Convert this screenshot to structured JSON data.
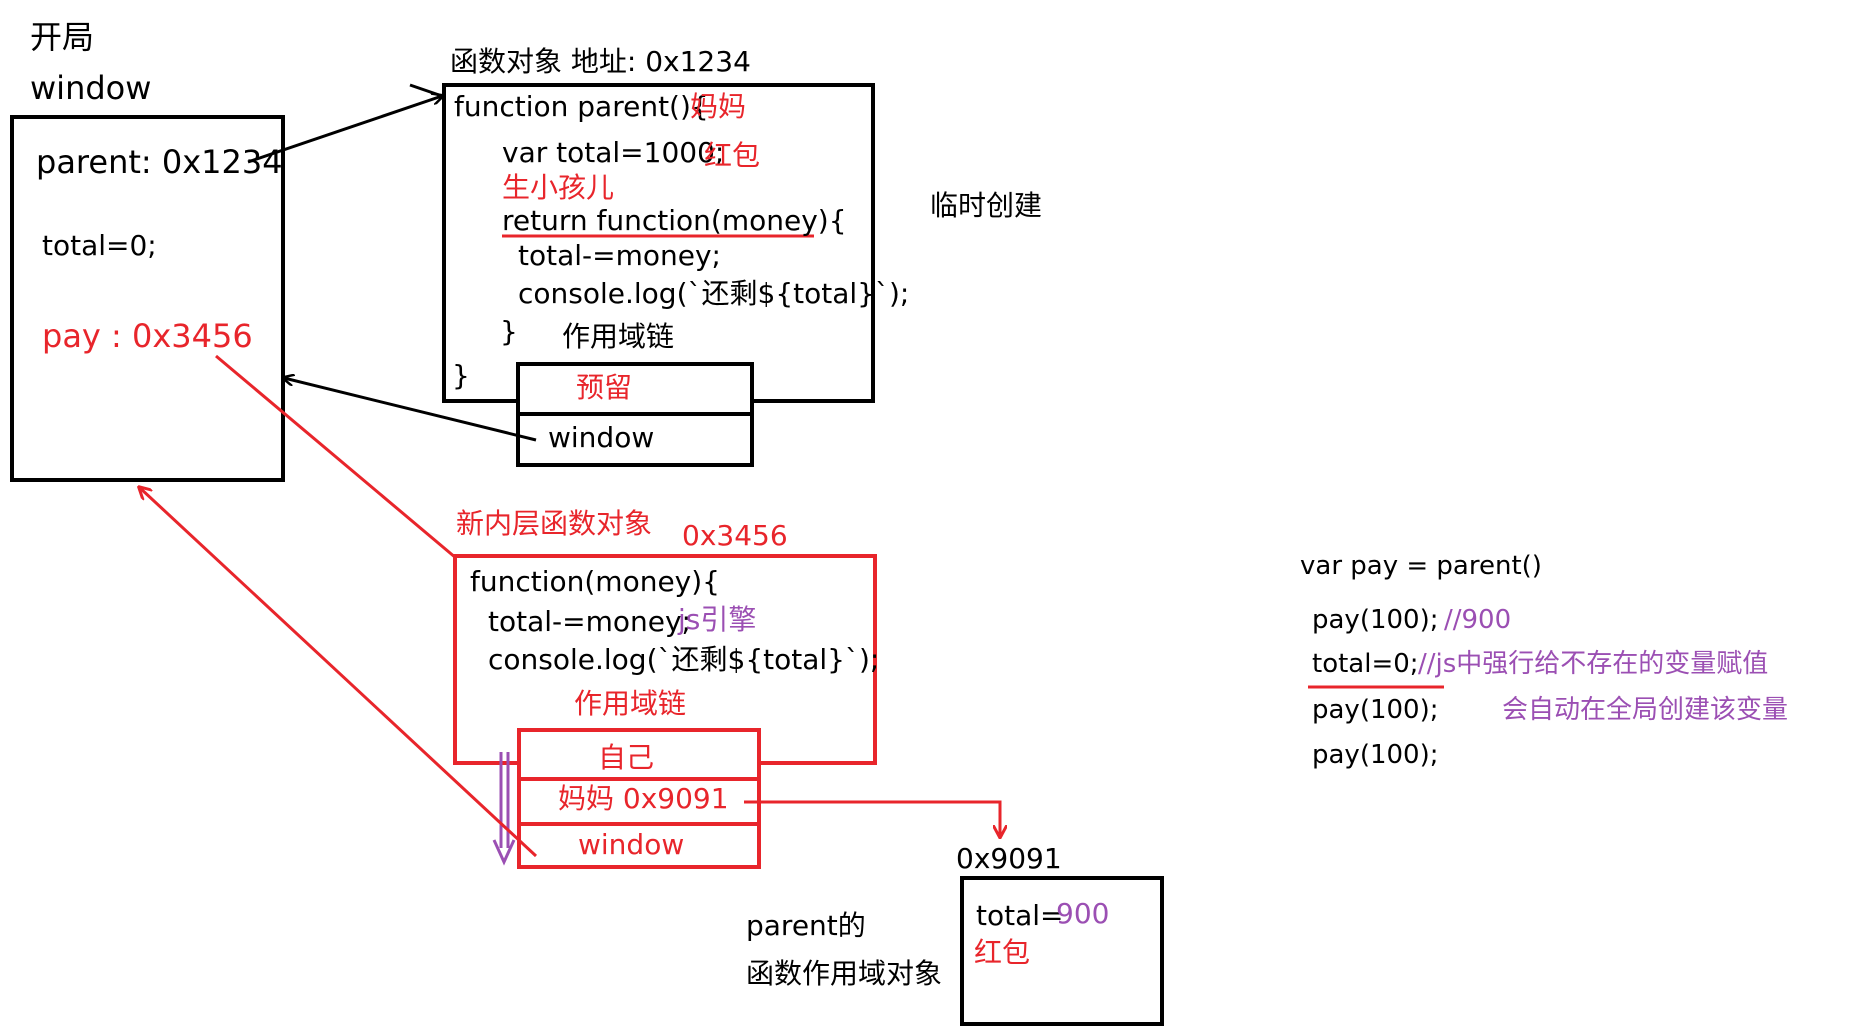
{
  "colors": {
    "black": "#000000",
    "red": "#e8252b",
    "purple": "#9b4fb3"
  },
  "window_box": {
    "heading_1": "开局",
    "heading_2": "window",
    "parent_entry": "parent: 0x1234",
    "total_entry": "total=0;",
    "pay_entry": "pay : 0x3456"
  },
  "function_object": {
    "heading": "函数对象  地址: 0x1234",
    "line_1": "function parent(){",
    "line_1_note": "妈妈",
    "line_2": "var total=1000;",
    "line_2_note": "红包",
    "line_3_note": "生小孩儿",
    "line_4": "return function(money){",
    "line_5": "total-=money;",
    "line_6": "console.log(`还剩${total}`);",
    "line_7": "}",
    "line_8": "}",
    "side_note": "临时创建",
    "scope_chain_label": "作用域链",
    "scope_slot_1": "预留",
    "scope_slot_2": "window"
  },
  "inner_function_object": {
    "heading": "新内层函数对象",
    "address": "0x3456",
    "line_1": "function(money){",
    "line_2": "total-=money;",
    "line_2_note": "js引擎",
    "line_3": "console.log(`还剩${total}`);",
    "scope_chain_label": "作用域链",
    "scope_slot_1": "自己",
    "scope_slot_2": "妈妈 0x9091",
    "scope_slot_3": "window"
  },
  "scope_object": {
    "address": "0x9091",
    "value": "total=",
    "value_number": "900",
    "value_note": "红包",
    "caption_1": "parent的",
    "caption_2": "函数作用域对象"
  },
  "calls": {
    "line_1": "var pay = parent()",
    "line_2": "pay(100);",
    "line_2_comment": "//900",
    "line_3": "total=0;",
    "line_3_comment": "//js中强行给不存在的变量赋值",
    "line_4": "pay(100);",
    "line_4_comment": "会自动在全局创建该变量",
    "line_5": "pay(100);"
  }
}
